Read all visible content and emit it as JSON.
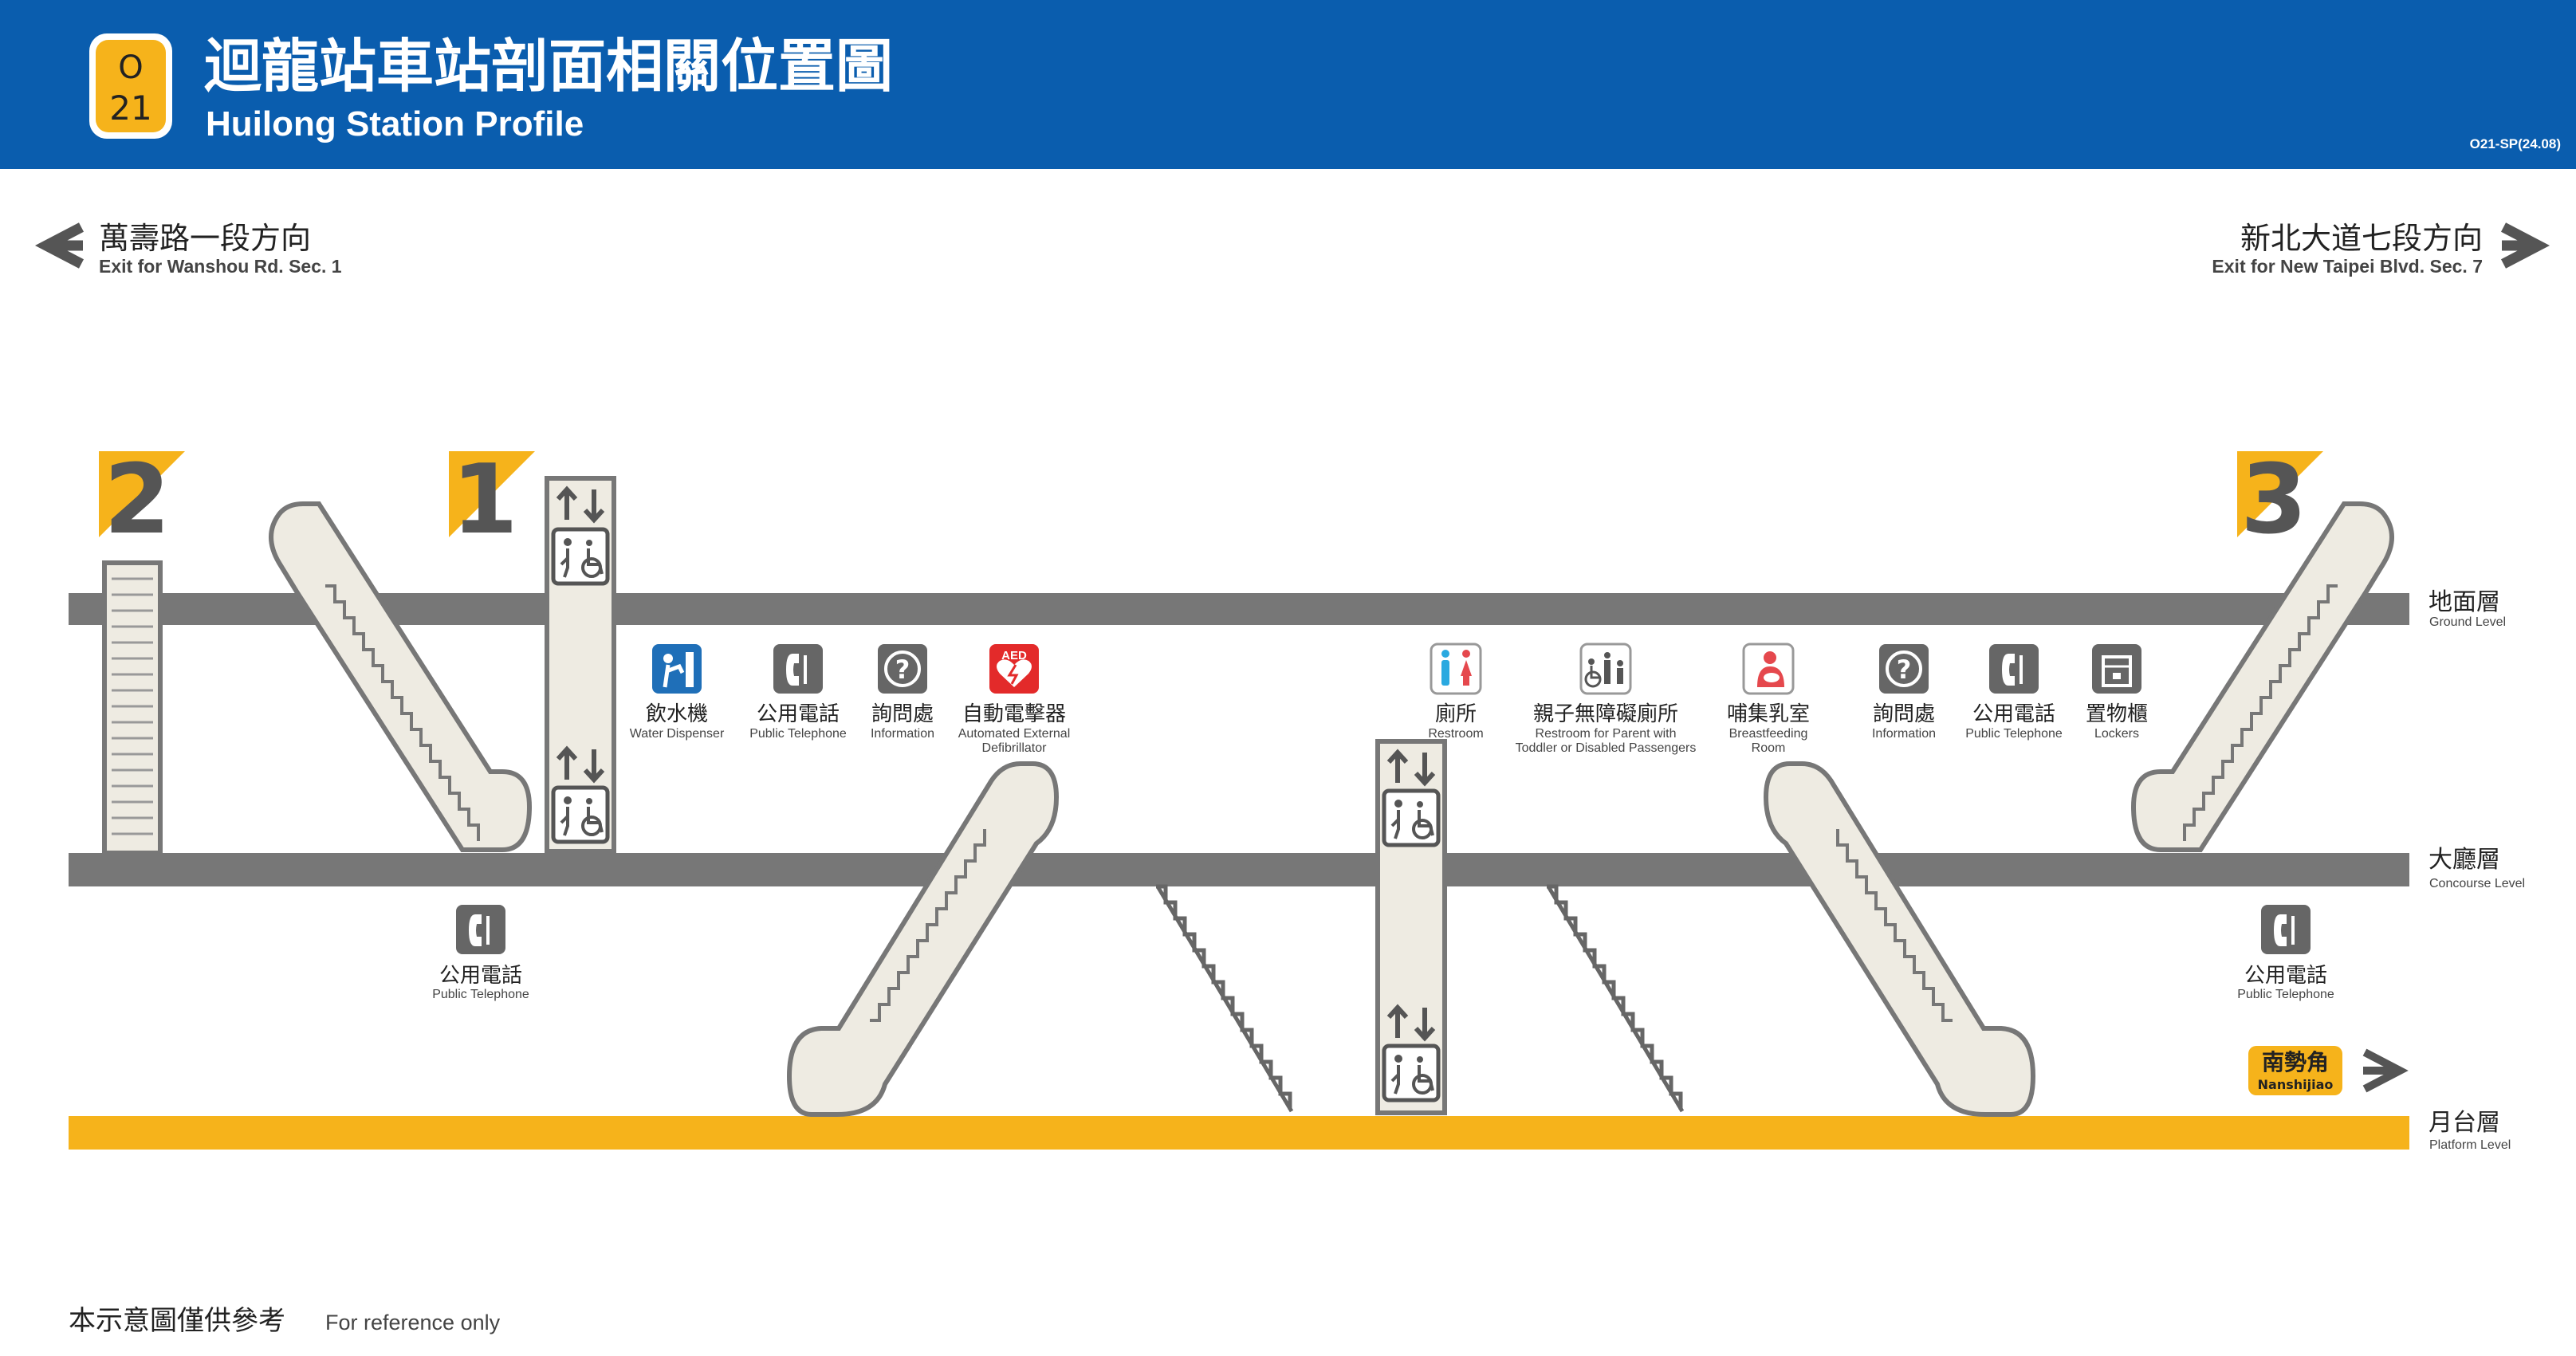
{
  "header": {
    "line_code": "O",
    "station_number": "21",
    "title_zh": "迴龍站車站剖面相關位置圖",
    "title_en": "Huilong Station Profile",
    "doc_code": "O21-SP(24.08)"
  },
  "directions": {
    "left": {
      "zh": "萬壽路一段方向",
      "en": "Exit for Wanshou Rd. Sec. 1",
      "icon": "arrow-left-icon"
    },
    "right": {
      "zh": "新北大道七段方向",
      "en": "Exit for New Taipei Blvd. Sec. 7",
      "icon": "arrow-right-icon"
    }
  },
  "exits": [
    {
      "number": "2"
    },
    {
      "number": "1"
    },
    {
      "number": "3"
    }
  ],
  "levels": [
    {
      "zh": "地面層",
      "en": "Ground Level"
    },
    {
      "zh": "大廳層",
      "en": "Concourse Level"
    },
    {
      "zh": "月台層",
      "en": "Platform Level"
    }
  ],
  "facilities": [
    {
      "icon": "water-dispenser-icon",
      "zh": "飲水機",
      "en": [
        "Water Dispenser"
      ]
    },
    {
      "icon": "public-telephone-icon",
      "zh": "公用電話",
      "en": [
        "Public Telephone"
      ]
    },
    {
      "icon": "information-icon",
      "zh": "詢問處",
      "en": [
        "Information"
      ]
    },
    {
      "icon": "aed-icon",
      "zh": "自動電擊器",
      "en": [
        "Automated External",
        "Defibrillator"
      ],
      "badge": "AED"
    },
    {
      "icon": "restroom-icon",
      "zh": "廁所",
      "en": [
        "Restroom"
      ]
    },
    {
      "icon": "family-restroom-icon",
      "zh": "親子無障礙廁所",
      "en": [
        "Restroom for Parent with",
        "Toddler or Disabled Passengers"
      ]
    },
    {
      "icon": "breastfeeding-icon",
      "zh": "哺集乳室",
      "en": [
        "Breastfeeding",
        "Room"
      ]
    },
    {
      "icon": "information-icon",
      "zh": "詢問處",
      "en": [
        "Information"
      ]
    },
    {
      "icon": "public-telephone-icon",
      "zh": "公用電話",
      "en": [
        "Public Telephone"
      ]
    },
    {
      "icon": "lockers-icon",
      "zh": "置物櫃",
      "en": [
        "Lockers"
      ]
    }
  ],
  "concourse_phones": [
    {
      "zh": "公用電話",
      "en": "Public Telephone"
    },
    {
      "zh": "公用電話",
      "en": "Public Telephone"
    }
  ],
  "platform_direction": {
    "zh": "南勢角",
    "en": "Nanshijiao"
  },
  "footer": {
    "zh": "本示意圖僅供參考",
    "en": "For reference only"
  },
  "colors": {
    "header_blue": "#0A5DAE",
    "line_yellow": "#F6B31B",
    "floor_gray": "#777777",
    "structure_beige": "#EEEBE2",
    "icon_gray": "#666666",
    "aed_red": "#E32A2A",
    "water_blue": "#1F6FB8"
  }
}
